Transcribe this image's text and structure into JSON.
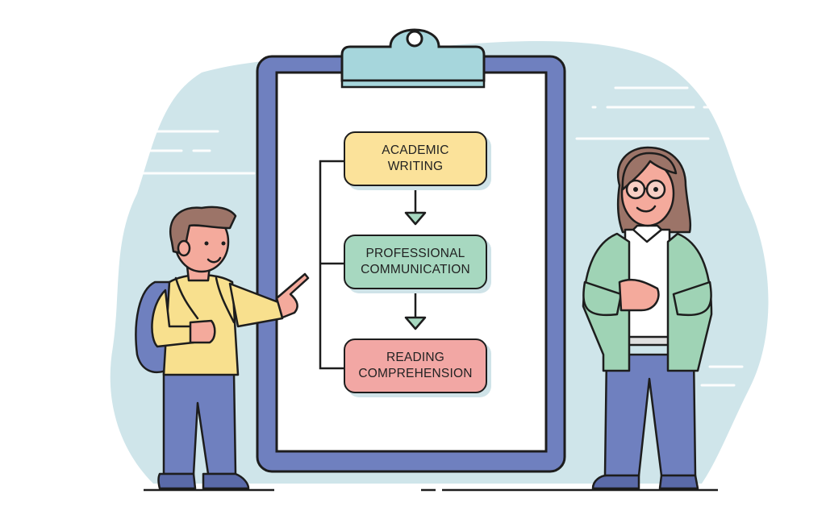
{
  "illustration": {
    "title": "Learning pathway clipboard",
    "colors": {
      "background_blob": "#cfe5ea",
      "clipboard_frame": "#6f80bf",
      "clipboard_clip": "#a6d6dc",
      "paper": "#ffffff",
      "outline": "#1d1d1d"
    }
  },
  "flowchart": {
    "steps": [
      {
        "line1": "ACADEMIC",
        "line2": "WRITING",
        "color": "#fbe29a"
      },
      {
        "line1": "PROFESSIONAL",
        "line2": "COMMUNICATION",
        "color": "#a7d8c0"
      },
      {
        "line1": "READING",
        "line2": "COMPREHENSION",
        "color": "#f2a7a4"
      }
    ],
    "arrow_color": "#a7d8c0"
  },
  "characters": {
    "student": {
      "shirt": "#f8e08e",
      "pants": "#6f80bf",
      "hair": "#9c7468",
      "backpack": "#6f80bf"
    },
    "teacher": {
      "jacket": "#9fd3b5",
      "pants": "#6f80bf",
      "hair": "#9c7468",
      "shirt": "#ffffff"
    }
  }
}
